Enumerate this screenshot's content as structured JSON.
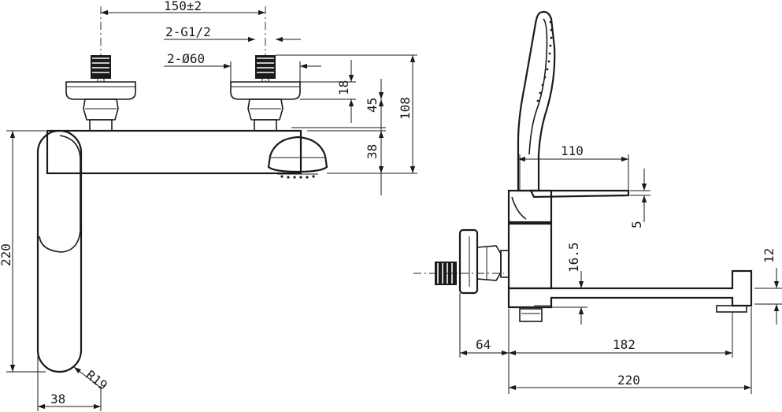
{
  "front_view": {
    "dims": {
      "pitch": "150±2",
      "inlet_thread": "2-G1/2",
      "flange_dia": "2-Ø60",
      "flange_offset": "18",
      "eccentric_height": "45",
      "overall_height": "108",
      "body_height": "38",
      "handle_length": "220",
      "handle_width": "38",
      "handle_radius": "R19"
    }
  },
  "side_view": {
    "dims": {
      "handset_reach": "110",
      "holder_thickness": "5",
      "spout_offset": "16.5",
      "spout_height": "12",
      "wall_to_body": "64",
      "spout_length": "182",
      "total_projection": "220"
    }
  }
}
